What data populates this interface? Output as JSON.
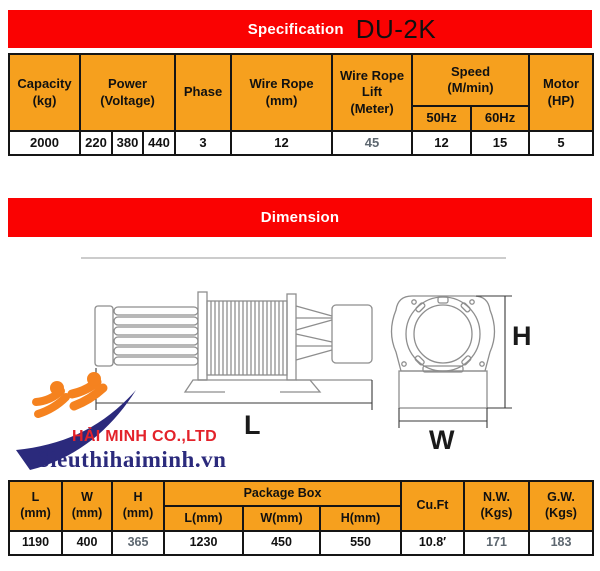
{
  "colors": {
    "bar_red": "#FA0202",
    "cell_orange": "#F6A01E",
    "muted_value_gray": "#5D6770",
    "logo_orange": "#F5821F",
    "logo_navy": "#2B2A7C",
    "logo_red": "#E3222A"
  },
  "spec_header": {
    "title": "Specification",
    "model": "DU-2K"
  },
  "spec_table": {
    "capacity": {
      "line1": "Capacity",
      "line2": "(kg)"
    },
    "power": {
      "line1": "Power",
      "line2": "(Voltage)"
    },
    "phase": "Phase",
    "wire_rope": {
      "line1": "Wire Rope",
      "line2": "(mm)"
    },
    "lift": {
      "line1": "Wire Rope",
      "line2": "Lift",
      "line3": "(Meter)"
    },
    "speed": {
      "line1": "Speed",
      "line2": "(M/min)",
      "hz50": "50Hz",
      "hz60": "60Hz"
    },
    "motor": {
      "line1": "Motor",
      "line2": "(HP)"
    },
    "row": {
      "capacity": "2000",
      "voltage1": "220",
      "voltage2": "380",
      "voltage3": "440",
      "phase": "3",
      "wire_rope": "12",
      "lift": "45",
      "speed50": "12",
      "speed60": "15",
      "motor": "5"
    }
  },
  "dimension_header": {
    "title": "Dimension"
  },
  "drawing_labels": {
    "l": "L",
    "w": "W",
    "h": "H"
  },
  "logo": {
    "company": "HẢI MINH CO.,LTD",
    "website": "Sieuthihaiminh.vn"
  },
  "dim_table": {
    "l": {
      "line1": "L",
      "line2": "(mm)"
    },
    "w": {
      "line1": "W",
      "line2": "(mm)"
    },
    "h": {
      "line1": "H",
      "line2": "(mm)"
    },
    "package_box": {
      "title": "Package Box",
      "l": "L(mm)",
      "w": "W(mm)",
      "h": "H(mm)"
    },
    "cuft": "Cu.Ft",
    "nw": {
      "line1": "N.W.",
      "line2": "(Kgs)"
    },
    "gw": {
      "line1": "G.W.",
      "line2": "(Kgs)"
    },
    "row": {
      "l": "1190",
      "w": "400",
      "h": "365",
      "pkg_l": "1230",
      "pkg_w": "450",
      "pkg_h": "550",
      "cuft": "10.8′",
      "nw": "171",
      "gw": "183"
    }
  }
}
